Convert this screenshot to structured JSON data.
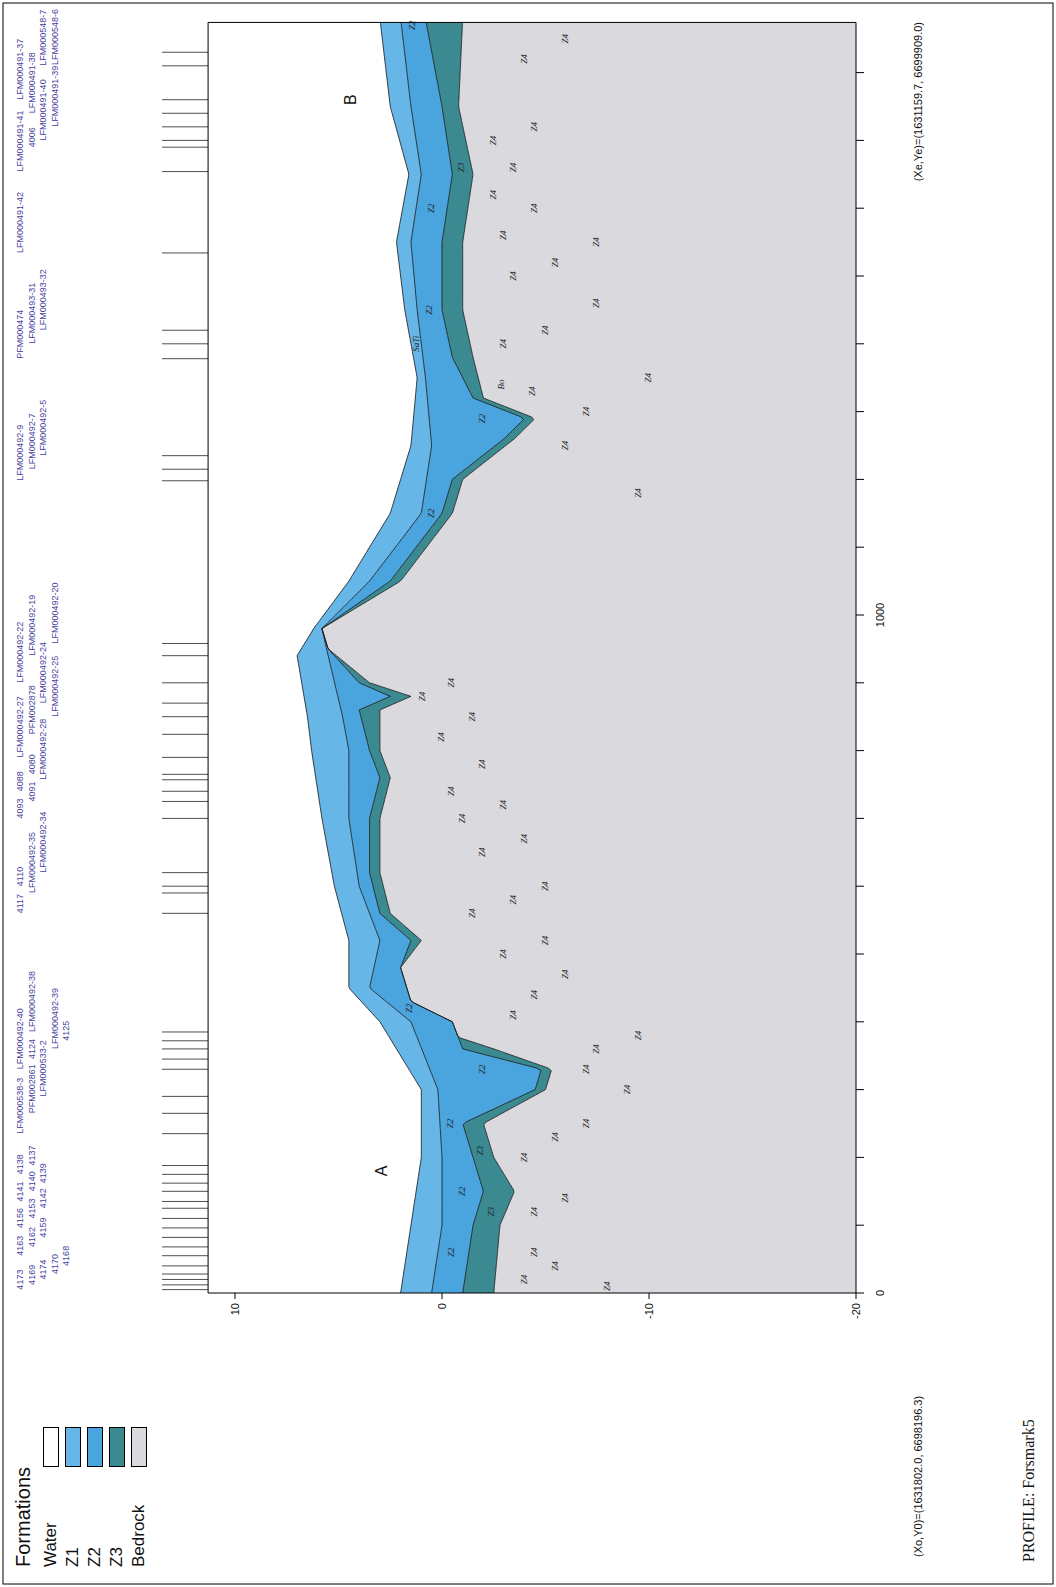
{
  "diagram": {
    "title": "PROFILE: Forsmark5",
    "labels": [
      "A",
      "B",
      "0",
      "1000",
      "10",
      "0",
      "-10",
      "-20",
      "(Xo,Y0)=(1631802.0, 6698196.3)",
      "(Xe,Ye)=(1631159.7, 6699909.0)",
      "Formations",
      "4173",
      "4169",
      "4174",
      "4170",
      "4168",
      "4163",
      "4162",
      "4159",
      "4156",
      "4153",
      "4142",
      "4141",
      "4140",
      "4139",
      "4138",
      "4137",
      "LFM000538-3",
      "PFM002861",
      "LFM000533-2",
      "LFM000492-40",
      "4124",
      "LFM000492-39",
      "4125",
      "LFM000492-38",
      "4117",
      "LFM000492-35",
      "4110",
      "LFM000492-34",
      "4093",
      "4091",
      "4088",
      "LFM000492-28",
      "4080",
      "LFM000492-27",
      "PFM002878",
      "LFM000492-25",
      "LFM000492-24",
      "LFM000492-22",
      "LFM000492-20",
      "LFM000492-19",
      "LFM000492-9",
      "LFM000492-7",
      "LFM000492-5",
      "PFM000474",
      "LFM000493-31",
      "LFM000493-32",
      "LFM000491-42",
      "LFM000491-41",
      "4006",
      "LFM000491-40",
      "LFM000491-39",
      "LFM000491-38",
      "LFM000491-37",
      "LFM000548-7",
      "LFM000548-6",
      "Z4",
      "Z4",
      "Z4",
      "Z4",
      "Z4",
      "Z4",
      "Z4",
      "Z4",
      "Z4",
      "Z4",
      "Z4",
      "Z4",
      "Z4",
      "Z4",
      "Z4",
      "Z4",
      "Z4",
      "Z4",
      "Z4",
      "Z4",
      "Z4",
      "Z4",
      "Z4",
      "Z4",
      "Z4",
      "Z4",
      "Z4",
      "Z4",
      "Z4",
      "Z4",
      "Z4",
      "Z4",
      "Z4",
      "Z4",
      "Z4",
      "Z4",
      "Z4",
      "Z4",
      "Z4",
      "Z4",
      "Z4",
      "Z4",
      "Z4",
      "Z4",
      "Z4",
      "Z4",
      "Z4",
      "Z4",
      "Z4",
      "Z4",
      "Z2",
      "Z2",
      "Z2",
      "Z2",
      "Z2",
      "Z2",
      "Z2",
      "Z2",
      "Z2",
      "Z2",
      "Z3",
      "Z3",
      "Z3",
      "SaTi",
      "Bo"
    ],
    "legend": [
      {
        "text": "Water",
        "color": "#ffffff"
      },
      {
        "text": "Z1",
        "color": "#66b6e8"
      },
      {
        "text": "Z2",
        "color": "#4aa5de"
      },
      {
        "text": "Z3",
        "color": "#3b8a92"
      },
      {
        "text": "Bedrock",
        "color": "#d9d9de"
      }
    ]
  }
}
